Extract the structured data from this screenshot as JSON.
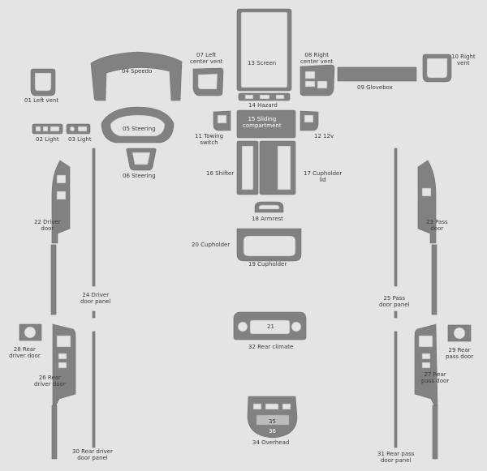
{
  "labels": {
    "p01": "01 Left vent",
    "p02": "02 Light",
    "p03": "03 Light",
    "p04": "04 Speedo",
    "p05": "05 Steering",
    "p06": "06 Steering",
    "p07": "07 Left\ncenter vent",
    "p08": "08 Right\ncenter vent",
    "p09": "09 Glovebox",
    "p10": "10 Right\nvent",
    "p11": "11 Towing\nswitch",
    "p12": "12 12v",
    "p13": "13 Screen",
    "p14": "14 Hazard",
    "p15": "15 Sliding\ncompartment",
    "p16": "16 Shifter",
    "p17": "17 Cupholder\nlid",
    "p18": "18 Armrest",
    "p19": "19 Cupholder",
    "p20": "20 Cupholder",
    "p21": "21",
    "p22": "22 Driver\ndoor",
    "p23": "23 Pass\ndoor",
    "p24": "24 Driver\ndoor panel",
    "p25": "25 Pass\ndoor panel",
    "p26": "26 Rear\ndriver door",
    "p27": "27 Rear\npass door",
    "p28": "28 Rear\ndriver door",
    "p29": "29 Rear\npass door",
    "p30": "30 Rear driver\ndoor panel",
    "p31": "31 Rear pass\ndoor panel",
    "p32": "32 Rear climate",
    "p34": "34 Overhead",
    "p35": "35",
    "p36": "36"
  },
  "colors": {
    "background": "#e4e4e4",
    "piece": "#818181"
  }
}
